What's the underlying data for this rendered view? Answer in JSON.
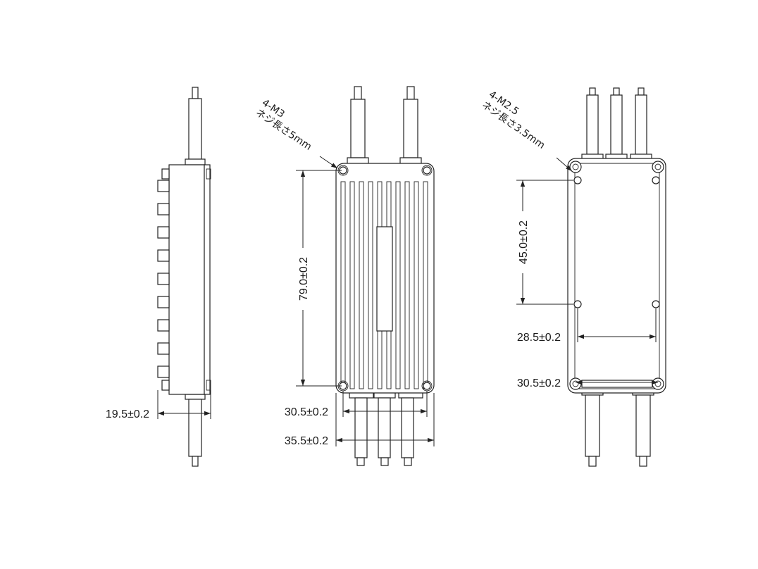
{
  "side_view": {
    "width_label": "19.5±0.2"
  },
  "top_view": {
    "hole_note": "4-M3",
    "hole_note_sub": "ネジ長さ5mm",
    "length_label": "79.0±0.2",
    "inner_width_label": "30.5±0.2",
    "outer_width_label": "35.5±0.2"
  },
  "bottom_view": {
    "hole_note": "4-M2.5",
    "hole_note_sub": "ネジ長さ3.5mm",
    "spacing_label": "45.0±0.2",
    "hole_width_label": "28.5±0.2",
    "outer_width_label": "30.5±0.2"
  }
}
